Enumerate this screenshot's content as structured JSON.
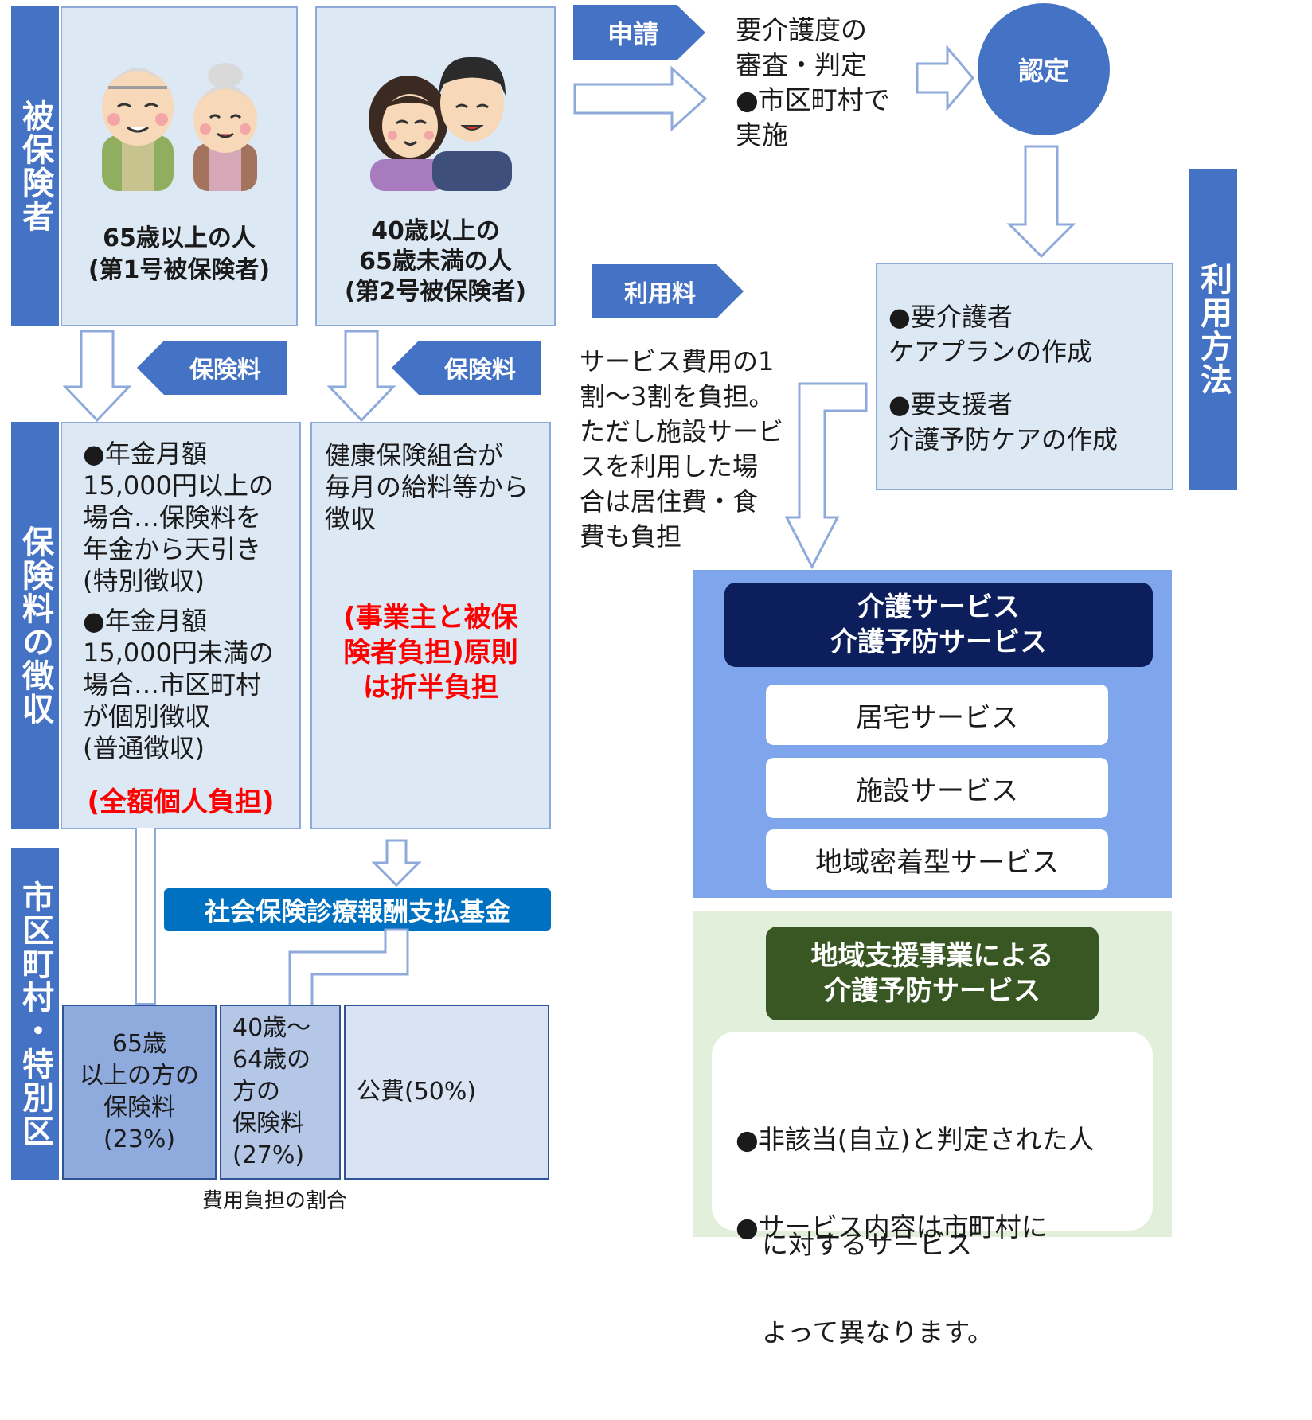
{
  "labels": {
    "insured": "被保険者",
    "collection": "保険料の徴収",
    "municipality": "市区町村・特別区",
    "usage": "利用方法"
  },
  "insured_first": {
    "line1": "65歳以上の人",
    "line2": "(第1号被保険者)"
  },
  "insured_second": {
    "line1": "40歳以上の",
    "line2": "65歳未満の人",
    "line3": "(第2号被保険者)"
  },
  "tags": {
    "premium_1": "保険料",
    "premium_2": "保険料",
    "apply": "申請",
    "usage_fee": "利用料"
  },
  "collection_first": {
    "item1": [
      "●年金月額",
      "15,000円以上の",
      "場合…保険料を",
      "年金から天引き",
      "(特別徴収)"
    ],
    "item2": [
      "●年金月額",
      "15,000円未満の",
      "場合…市区町村",
      "が個別徴収",
      "(普通徴収)"
    ],
    "note": "(全額個人負担)"
  },
  "collection_second": {
    "text": [
      "健康保険組合が",
      "毎月の給料等から",
      "徴収"
    ],
    "note": [
      "(事業主と被保",
      "険者負担)原則",
      "は折半負担"
    ]
  },
  "fund": "社会保険診療報酬支払基金",
  "cost_share": {
    "caption": "費用負担の割合",
    "first": [
      "65歳",
      "以上の方の",
      "保険料",
      "(23%)"
    ],
    "second": [
      "40歳〜",
      "64歳の",
      "方の",
      "保険料",
      "(27%)"
    ],
    "public": "公費(50%)"
  },
  "review": [
    "要介護度の",
    "審査・判定",
    "●市区町村で",
    "実施"
  ],
  "certification": "認定",
  "careplan": {
    "item1": [
      "●要介護者",
      "ケアプランの作成"
    ],
    "item2": [
      "●要支援者",
      "介護予防ケアの作成"
    ]
  },
  "fee_text": [
    "サービス費用の1",
    "割〜3割を負担。",
    "ただし施設サービ",
    "スを利用した場",
    "合は居住費・食",
    "費も負担"
  ],
  "services": {
    "header": [
      "介護サービス",
      "介護予防サービス"
    ],
    "items": [
      "居宅サービス",
      "施設サービス",
      "地域密着型サービス"
    ]
  },
  "community": {
    "header": [
      "地域支援事業による",
      "介護予防サービス"
    ],
    "item1": [
      "●非該当(自立)と判定された人",
      "　に対するサービス"
    ],
    "item2": [
      "●サービス内容は市町村に",
      "　よって異なります。"
    ]
  },
  "colors": {
    "label_blue": "#4472c4",
    "light_box": "#dde8f5",
    "service_bg": "#7fa6ec",
    "service_header": "#0c1e5b",
    "community_bg": "#e2efda",
    "community_header": "#385723",
    "fund_blue": "#0070c0",
    "note_red": "#ff0000"
  }
}
